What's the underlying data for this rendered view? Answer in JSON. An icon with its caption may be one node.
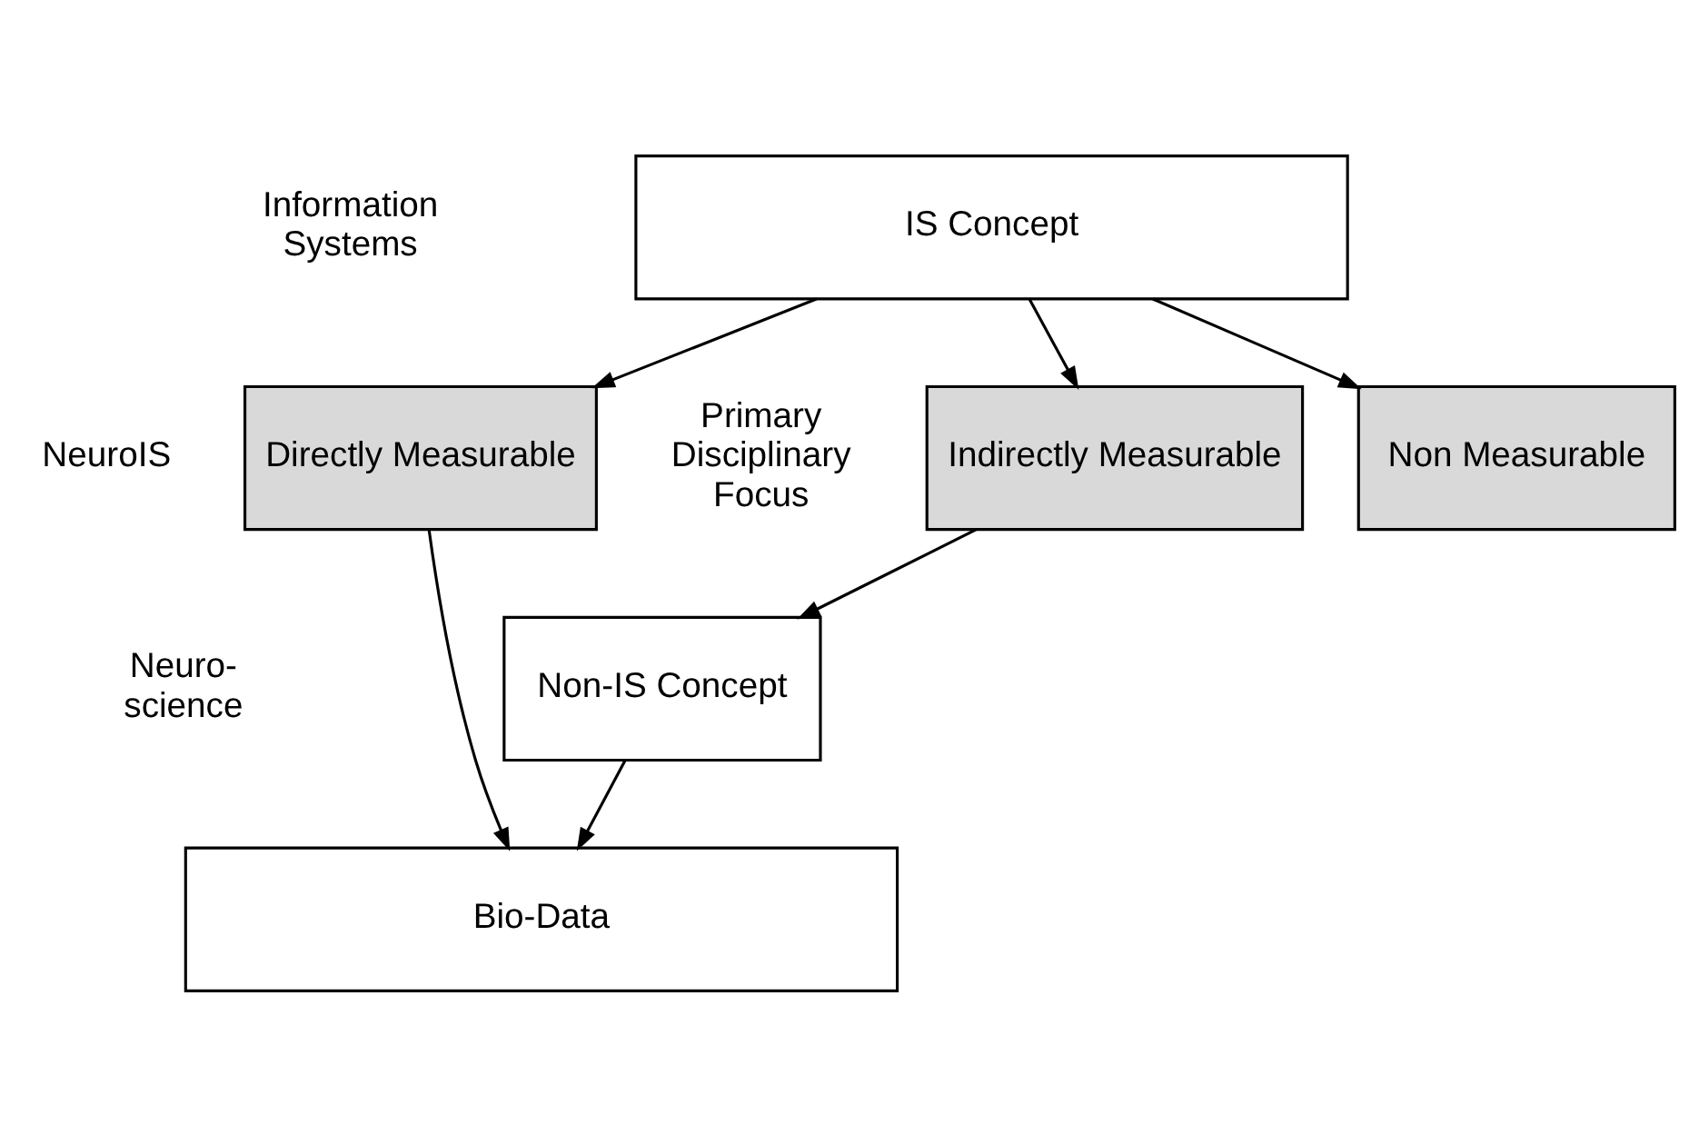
{
  "diagram": {
    "nodes": [
      {
        "text": [
          "IS Concept"
        ]
      },
      {
        "text": [
          "Directly Measurable"
        ]
      },
      {
        "text": [
          "Indirectly Measurable"
        ]
      },
      {
        "text": [
          "Non Measurable"
        ]
      },
      {
        "text": [
          "Non-IS Concept"
        ]
      },
      {
        "text": [
          "Bio-Data"
        ]
      }
    ],
    "edges": [
      {
        "from": 0,
        "to": 1,
        "arrow": "to"
      },
      {
        "from": 0,
        "to": 2,
        "arrow": "to"
      },
      {
        "from": 0,
        "to": 3,
        "arrow": "to"
      },
      {
        "from": 1,
        "to": 5,
        "arrow": "to"
      },
      {
        "from": 2,
        "to": 4,
        "arrow": "to"
      },
      {
        "from": 4,
        "to": 5,
        "arrow": "to"
      }
    ],
    "labels": [
      "Primary Disciplinary Focus",
      "Information Systems",
      "NeuroIS",
      "Neuro- science"
    ]
  }
}
